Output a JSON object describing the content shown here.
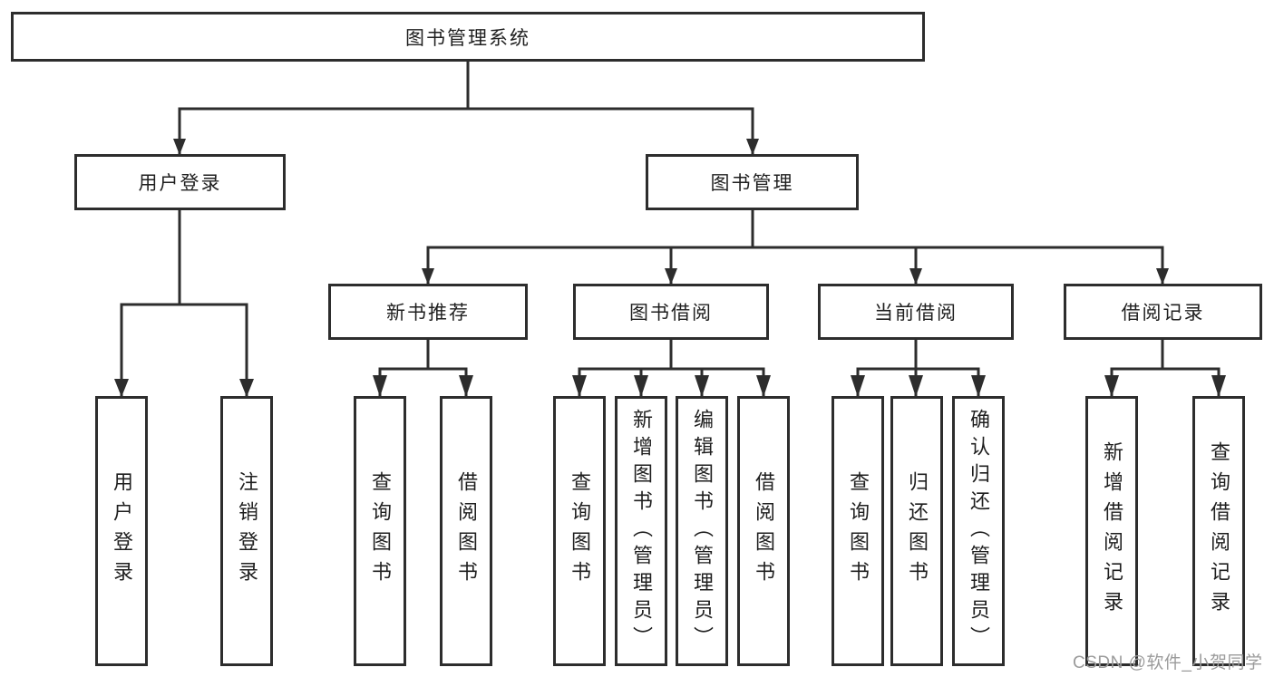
{
  "colors": {
    "line": "#2d2d2d",
    "text": "#1f1f1f",
    "watermark": "#9b9b9b",
    "background": "#ffffff"
  },
  "root": {
    "label": "图书管理系统"
  },
  "level2": [
    {
      "label": "用户登录"
    },
    {
      "label": "图书管理"
    }
  ],
  "level3": [
    {
      "label": "新书推荐",
      "parent": "图书管理"
    },
    {
      "label": "图书借阅",
      "parent": "图书管理"
    },
    {
      "label": "当前借阅",
      "parent": "图书管理"
    },
    {
      "label": "借阅记录",
      "parent": "图书管理"
    }
  ],
  "leaves": [
    {
      "label": "用户登录",
      "parent": "用户登录"
    },
    {
      "label": "注销登录",
      "parent": "用户登录"
    },
    {
      "label": "查询图书",
      "parent": "新书推荐"
    },
    {
      "label": "借阅图书",
      "parent": "新书推荐"
    },
    {
      "label": "查询图书",
      "parent": "图书借阅"
    },
    {
      "label": "新增图书（管理员）",
      "parent": "图书借阅"
    },
    {
      "label": "编辑图书（管理员）",
      "parent": "图书借阅"
    },
    {
      "label": "借阅图书",
      "parent": "图书借阅"
    },
    {
      "label": "查询图书",
      "parent": "当前借阅"
    },
    {
      "label": "归还图书",
      "parent": "当前借阅"
    },
    {
      "label": "确认归还（管理员）",
      "parent": "当前借阅"
    },
    {
      "label": "新增借阅记录",
      "parent": "借阅记录"
    },
    {
      "label": "查询借阅记录",
      "parent": "借阅记录"
    }
  ],
  "watermark": {
    "text": "CSDN @软件_小贺同学"
  }
}
